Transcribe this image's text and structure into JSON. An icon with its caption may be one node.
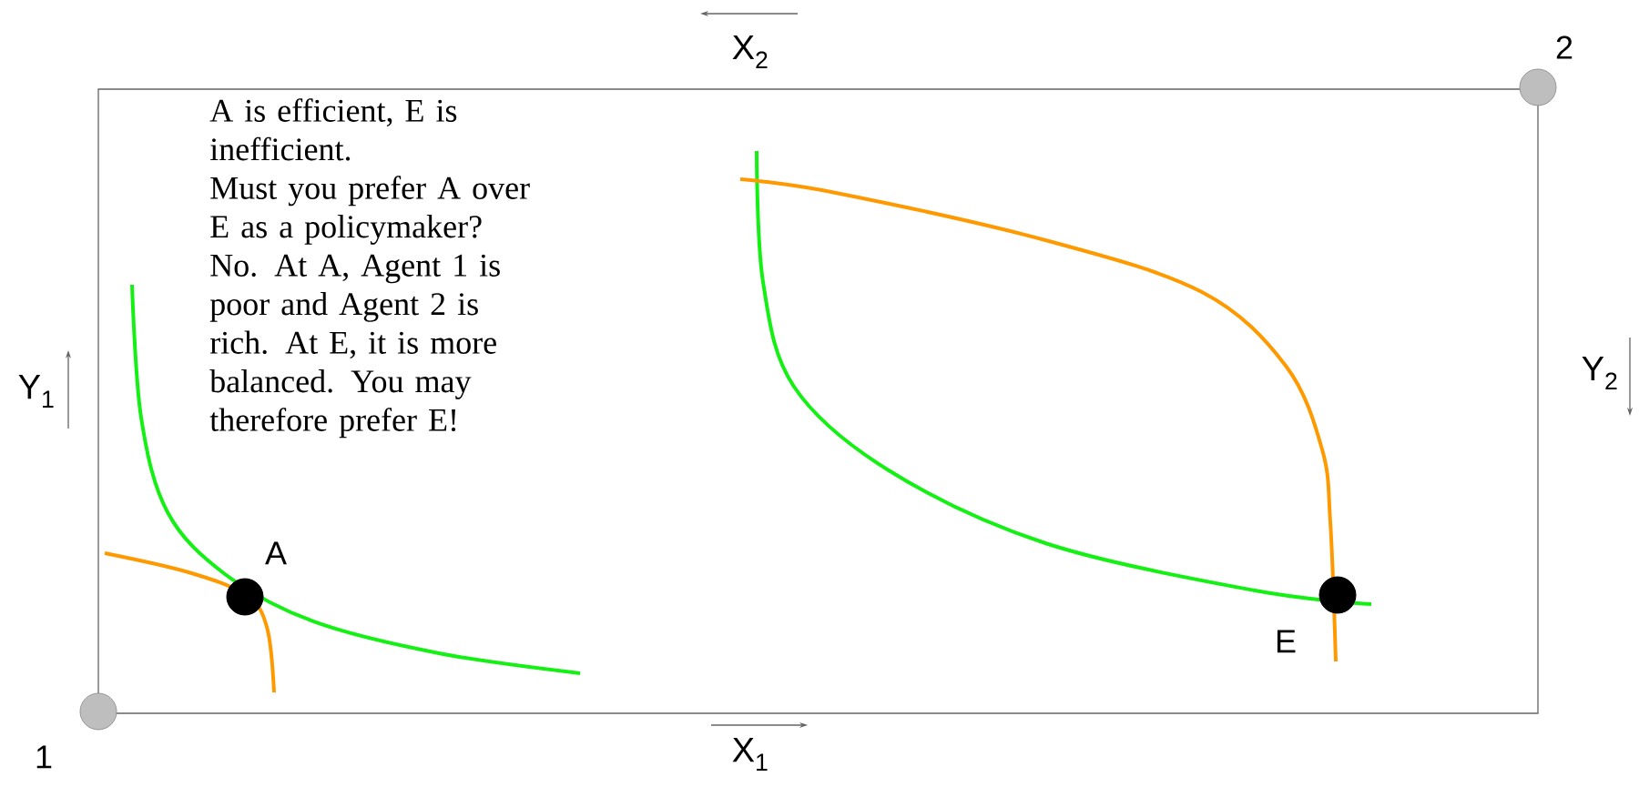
{
  "diagram": {
    "nodes": [
      {
        "text": [],
        "shape": "circle",
        "beside": [
          "1"
        ]
      },
      {
        "text": [],
        "shape": "circle",
        "beside": [
          "2"
        ]
      },
      {
        "text": [],
        "shape": "circle",
        "beside": [
          "A"
        ]
      },
      {
        "text": [],
        "shape": "circle",
        "beside": [
          "E"
        ]
      }
    ],
    "labels": [
      "X$_{2}$",
      "X$_{1}$",
      "Y$_{1}$",
      "Y$_{2}$",
      "A is efficient, E is inefficient.",
      "Must you prefer A over E as a policymaker?",
      "No. At A, Agent 1 is poor and Agent 2 is rich. At E, it is more balanced. You may therefore prefer E!"
    ]
  }
}
